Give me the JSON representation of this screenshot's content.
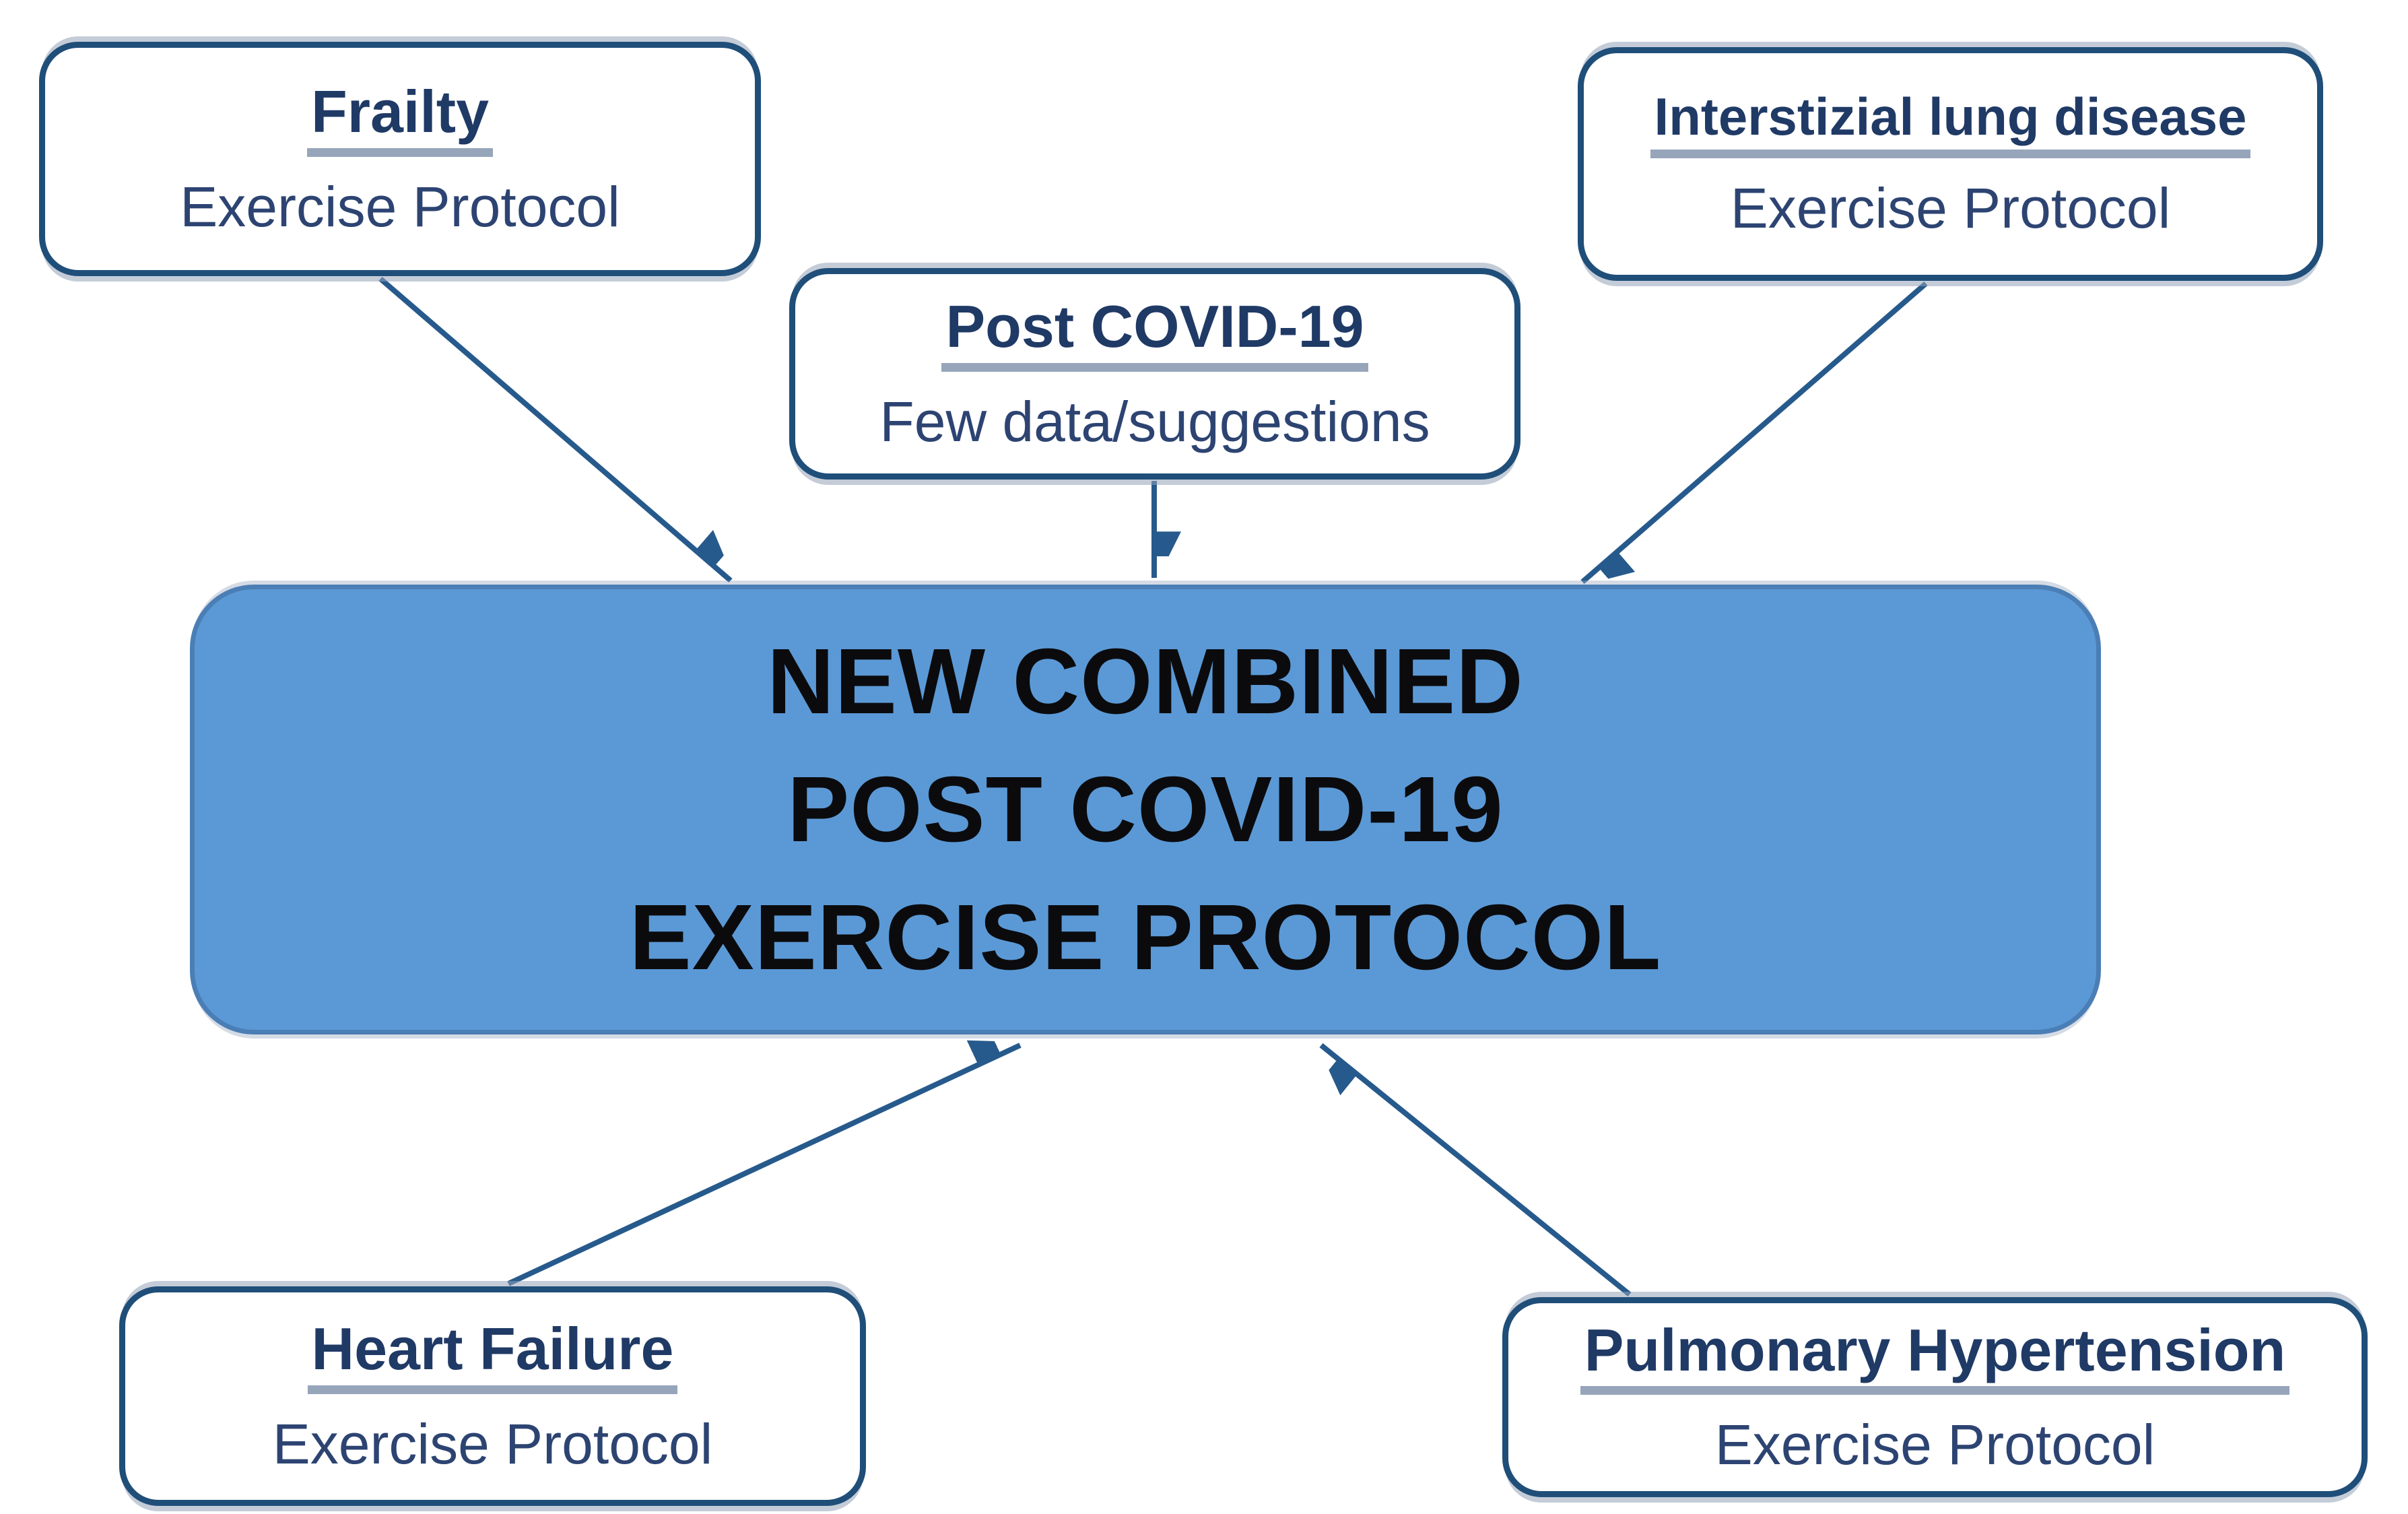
{
  "figure": {
    "center_box": {
      "line1": "NEW COMBINED",
      "line2": "POST COVID-19",
      "line3": "EXERCISE PROTOCOL"
    },
    "boxes": {
      "frailty": {
        "title": "Frailty",
        "subtitle": "Exercise Protocol"
      },
      "post_covid": {
        "title": "Post COVID-19",
        "subtitle": "Few data/suggestions"
      },
      "interstitial": {
        "title": "Interstizial lung disease",
        "subtitle": "Exercise Protocol"
      },
      "heart_failure": {
        "title": "Heart Failure",
        "subtitle": "Exercise Protocol"
      },
      "pulmonary": {
        "title": "Pulmonary Hypertension",
        "subtitle": "Exercise Protocol"
      }
    },
    "arrows": [
      {
        "from": "frailty",
        "to": "center"
      },
      {
        "from": "post_covid",
        "to": "center"
      },
      {
        "from": "interstitial",
        "to": "center"
      },
      {
        "from": "heart_failure",
        "to": "center"
      },
      {
        "from": "pulmonary",
        "to": "center"
      }
    ],
    "colors": {
      "background": "#FFFFFF",
      "box_border": "#1F4E79",
      "title_text": "#203A66",
      "body_text": "#2D4472",
      "underline": "#96A5BA",
      "center_fill": "#5B99D6",
      "center_border": "#4A7EB5",
      "center_text": "#0B0B0E",
      "arrow": "#275A8C"
    }
  }
}
